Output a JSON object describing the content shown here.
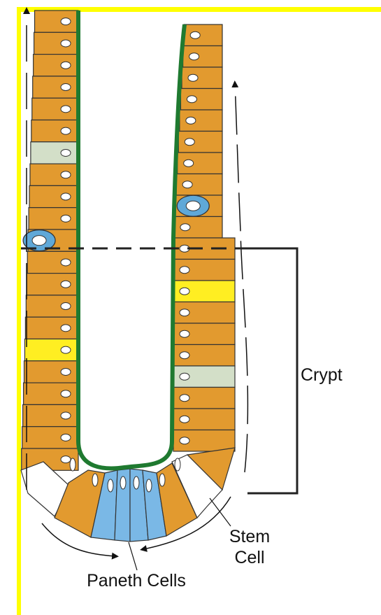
{
  "figure": {
    "labels": {
      "crypt": "Crypt",
      "stem_cell": [
        "Stem",
        "Cell"
      ],
      "paneth_cells": "Paneth Cells"
    }
  },
  "colors": {
    "frame": "#ffff00",
    "enterocyte": "#e29a2f",
    "goblet": "#5fa8d8",
    "enteroendocrine": "#ffee22",
    "tuft": "#d3dfc8",
    "paneth": "#7ab8e6",
    "stem": "#ffffff",
    "lumen_border": "#1f7a30",
    "outline": "#333333"
  },
  "cell_types": {
    "left_column": [
      "enterocyte",
      "enterocyte",
      "enterocyte",
      "enterocyte",
      "enterocyte",
      "enterocyte",
      "tuft",
      "enterocyte",
      "enterocyte",
      "enterocyte",
      "goblet",
      "enterocyte",
      "enterocyte",
      "enterocyte",
      "enterocyte",
      "enteroendocrine",
      "enterocyte",
      "enterocyte",
      "enterocyte",
      "enterocyte",
      "enterocyte"
    ],
    "right_column": [
      "enterocyte",
      "enterocyte",
      "enterocyte",
      "enterocyte",
      "enterocyte",
      "enterocyte",
      "enterocyte",
      "enterocyte",
      "goblet",
      "enterocyte",
      "enterocyte",
      "enterocyte",
      "enteroendocrine",
      "enterocyte",
      "enterocyte",
      "enterocyte",
      "tuft",
      "enterocyte",
      "enterocyte",
      "enterocyte"
    ]
  }
}
